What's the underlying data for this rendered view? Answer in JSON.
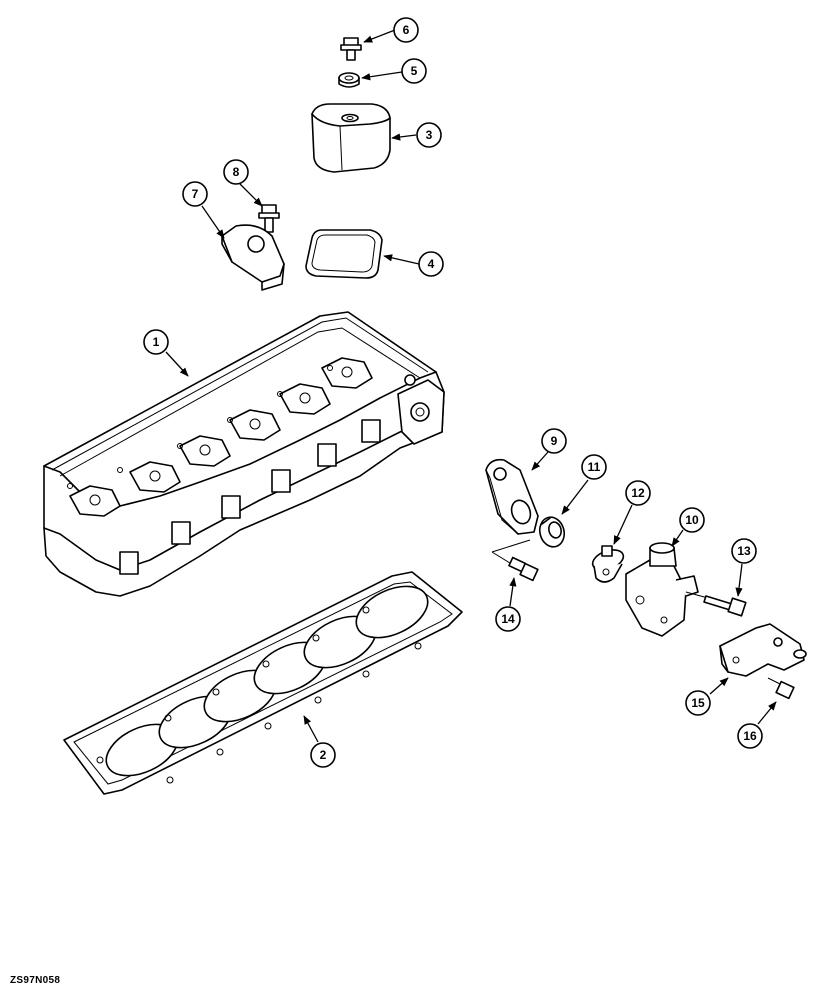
{
  "figure": {
    "code": "ZS97N058"
  },
  "callouts": {
    "c1": "1",
    "c2": "2",
    "c3": "3",
    "c4": "4",
    "c5": "5",
    "c6": "6",
    "c7": "7",
    "c8": "8",
    "c9": "9",
    "c10": "10",
    "c11": "11",
    "c12": "12",
    "c13": "13",
    "c14": "14",
    "c15": "15",
    "c16": "16"
  }
}
